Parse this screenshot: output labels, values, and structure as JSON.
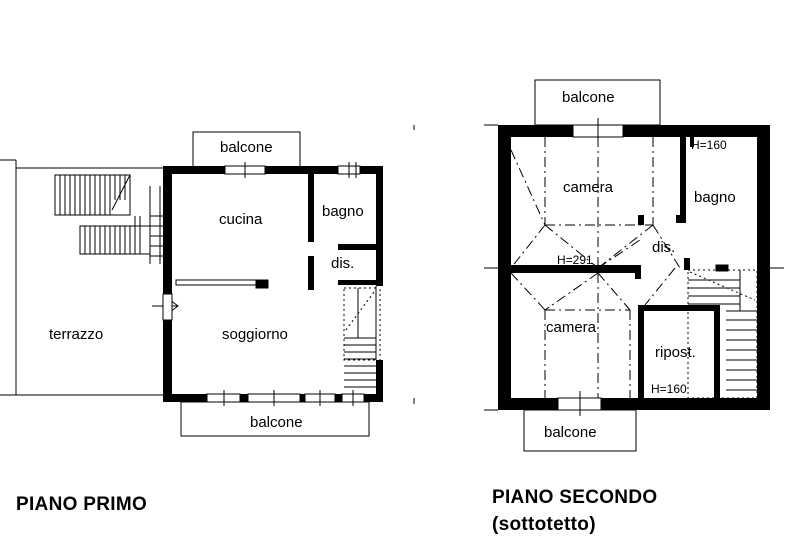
{
  "floor1": {
    "title": "PIANO PRIMO",
    "rooms": {
      "balcone_top": "balcone",
      "cucina": "cucina",
      "bagno": "bagno",
      "dis": "dis.",
      "soggiorno": "soggiorno",
      "terrazzo": "terrazzo",
      "balcone_bottom": "balcone"
    }
  },
  "floor2": {
    "title": "PIANO SECONDO",
    "subtitle": "(sottotetto)",
    "rooms": {
      "balcone_top": "balcone",
      "camera_top": "camera",
      "bagno": "bagno",
      "dis": "dis.",
      "camera_bottom": "camera",
      "ripost": "ripost.",
      "balcone_bottom": "balcone"
    },
    "heights": {
      "bagno": "H=160",
      "center": "H=291",
      "ripost": "H=160"
    }
  }
}
